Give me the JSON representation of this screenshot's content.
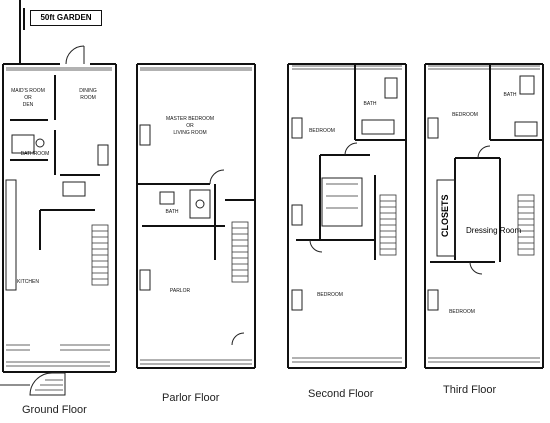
{
  "garden_label": "50ft GARDEN",
  "floors": [
    {
      "caption": "Ground Floor",
      "rooms": [
        "MAID'S ROOM OR DEN",
        "DINING ROOM",
        "BATHROOM",
        "KITCHEN"
      ]
    },
    {
      "caption": "Parlor Floor",
      "rooms": [
        "MASTER BEDROOM OR LIVING ROOM",
        "BATH",
        "PARLOR"
      ]
    },
    {
      "caption": "Second Floor",
      "rooms": [
        "BEDROOM",
        "BATH",
        "BEDROOM"
      ]
    },
    {
      "caption": "Third Floor",
      "rooms": [
        "BEDROOM",
        "BATH",
        "CLOSETS",
        "Dressing Room",
        "BEDROOM"
      ]
    }
  ]
}
